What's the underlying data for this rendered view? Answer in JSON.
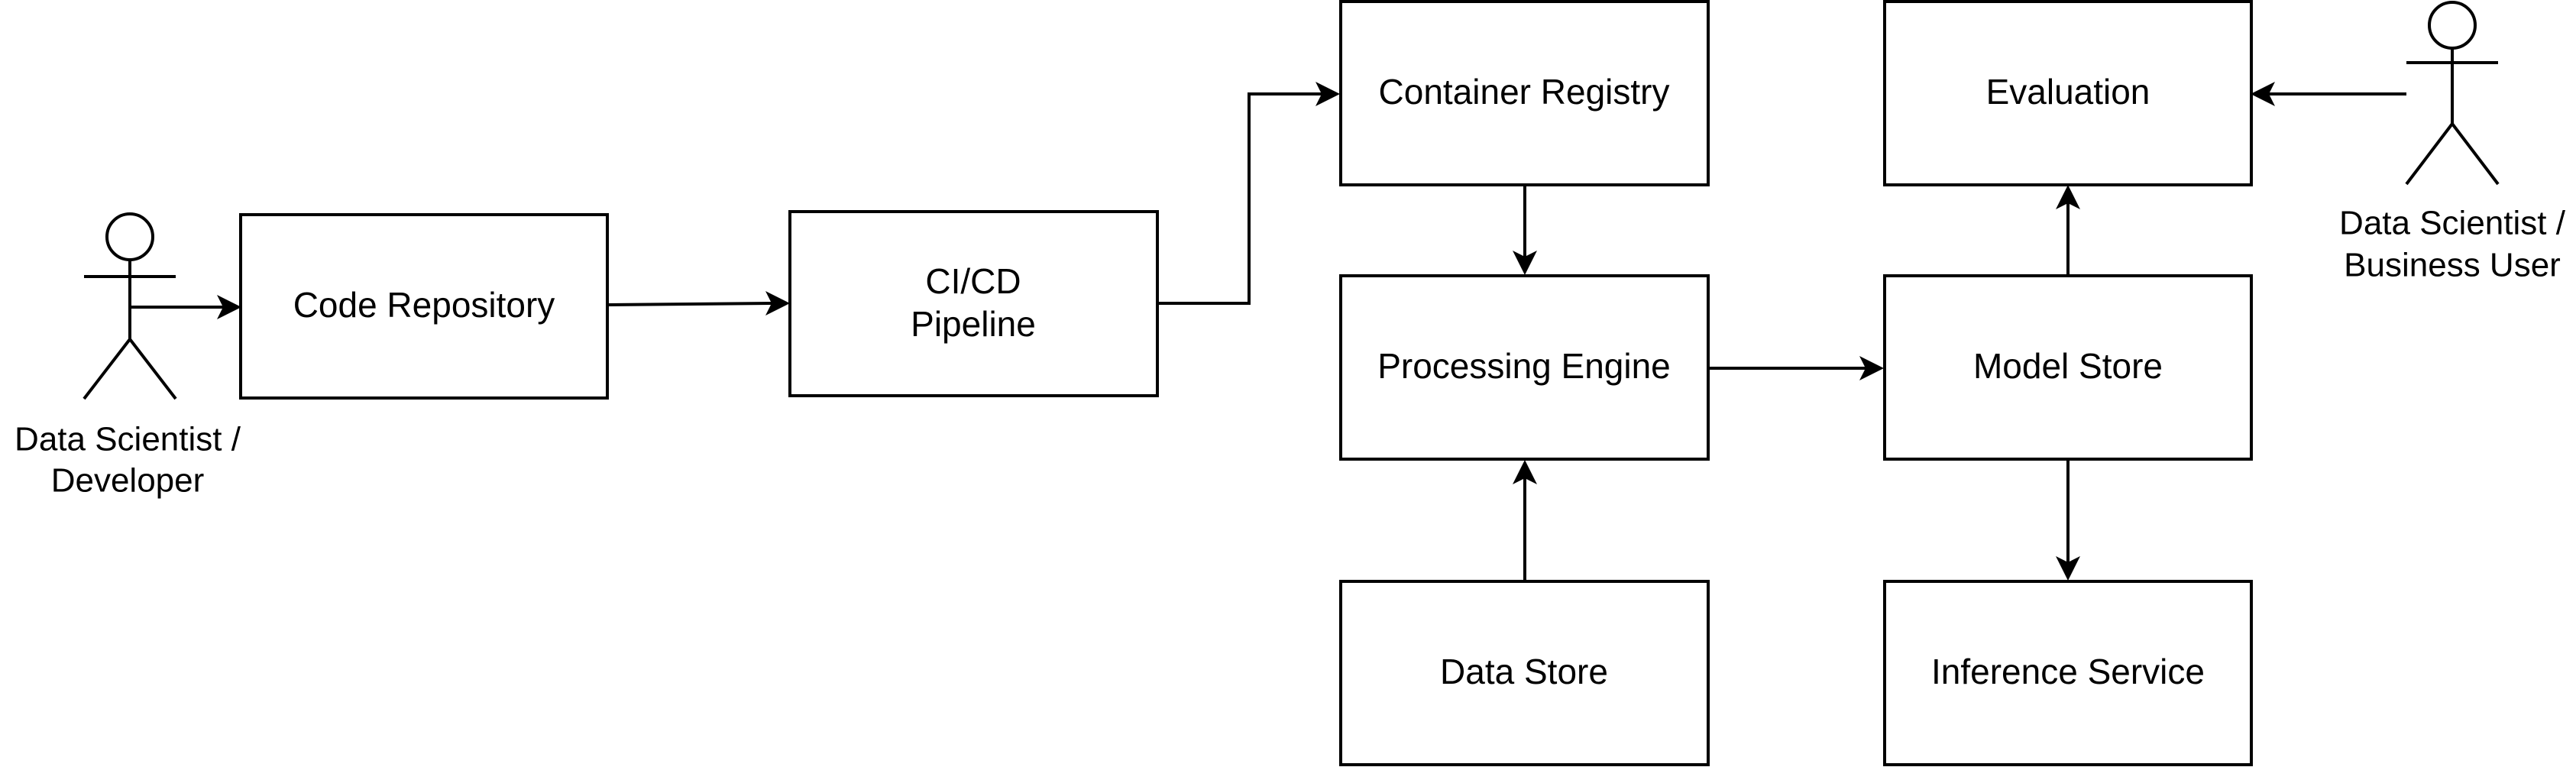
{
  "colors": {
    "stroke": "#000000",
    "fill": "#ffffff",
    "text": "#000000"
  },
  "nodes": {
    "code_repository": {
      "label_lines": [
        "Code Repository"
      ]
    },
    "cicd_pipeline": {
      "label_lines": [
        "CI/CD",
        "Pipeline"
      ]
    },
    "container_registry": {
      "label_lines": [
        "Container Registry"
      ]
    },
    "processing_engine": {
      "label_lines": [
        "Processing Engine"
      ]
    },
    "data_store": {
      "label_lines": [
        "Data Store"
      ]
    },
    "evaluation": {
      "label_lines": [
        "Evaluation"
      ]
    },
    "model_store": {
      "label_lines": [
        "Model Store"
      ]
    },
    "inference_service": {
      "label_lines": [
        "Inference Service"
      ]
    }
  },
  "actors": {
    "developer": {
      "label_lines": [
        "Data Scientist /",
        "Developer"
      ]
    },
    "business_user": {
      "label_lines": [
        "Data Scientist /",
        "Business User"
      ]
    }
  },
  "edges": [
    {
      "from": "Data Scientist / Developer",
      "to": "Code Repository"
    },
    {
      "from": "Code Repository",
      "to": "CI/CD Pipeline"
    },
    {
      "from": "CI/CD Pipeline",
      "to": "Container Registry"
    },
    {
      "from": "Container Registry",
      "to": "Processing Engine"
    },
    {
      "from": "Data Store",
      "to": "Processing Engine"
    },
    {
      "from": "Processing Engine",
      "to": "Model Store"
    },
    {
      "from": "Model Store",
      "to": "Evaluation"
    },
    {
      "from": "Model Store",
      "to": "Inference Service"
    },
    {
      "from": "Data Scientist / Business User",
      "to": "Evaluation"
    }
  ]
}
